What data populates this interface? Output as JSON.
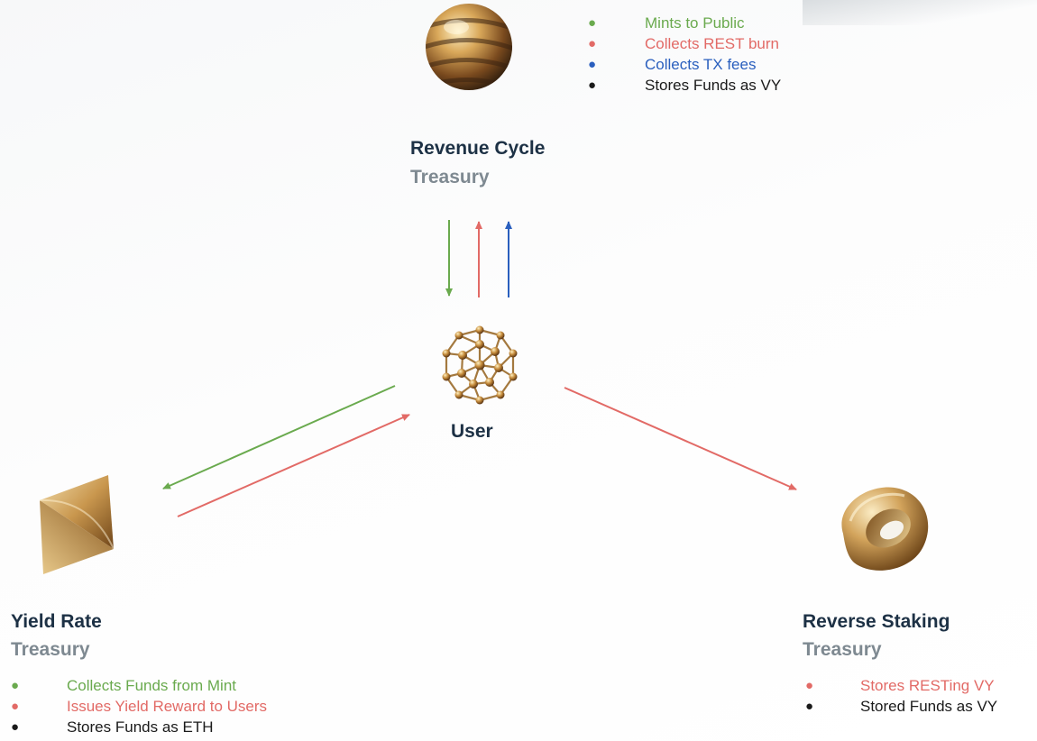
{
  "colors": {
    "green": "#6aaa4e",
    "red": "#e26a66",
    "blue": "#2a5fbe",
    "black": "#1a1a1a",
    "title": "#1d3145",
    "subtitle": "#7e8991"
  },
  "revenue_cycle": {
    "title": "Revenue Cycle",
    "subtitle": "Treasury",
    "icon": "striped-gold-sphere-icon",
    "bullets": [
      {
        "text": "Mints to Public",
        "color": "green"
      },
      {
        "text": "Collects REST burn",
        "color": "red"
      },
      {
        "text": "Collects TX fees",
        "color": "blue"
      },
      {
        "text": "Stores Funds as VY",
        "color": "black"
      }
    ]
  },
  "user": {
    "title": "User",
    "icon": "gold-geodesic-sphere-icon"
  },
  "yield_rate": {
    "title": "Yield Rate",
    "subtitle": "Treasury",
    "icon": "gold-cone-icon",
    "bullets": [
      {
        "text": "Collects Funds from Mint",
        "color": "green"
      },
      {
        "text": "Issues Yield Reward to Users",
        "color": "red"
      },
      {
        "text": "Stores Funds as ETH",
        "color": "black"
      }
    ]
  },
  "reverse_staking": {
    "title": "Reverse Staking",
    "subtitle": "Treasury",
    "icon": "gold-torus-icon",
    "bullets": [
      {
        "text": "Stores RESTing VY",
        "color": "red"
      },
      {
        "text": "Stored Funds as VY",
        "color": "black"
      }
    ]
  },
  "flows": [
    {
      "from": "revenue_cycle",
      "to": "user",
      "color": "green"
    },
    {
      "from": "user",
      "to": "revenue_cycle",
      "color": "red"
    },
    {
      "from": "user",
      "to": "revenue_cycle",
      "color": "blue"
    },
    {
      "from": "user",
      "to": "yield_rate",
      "color": "green"
    },
    {
      "from": "yield_rate",
      "to": "user",
      "color": "red"
    },
    {
      "from": "user",
      "to": "reverse_staking",
      "color": "red"
    }
  ]
}
